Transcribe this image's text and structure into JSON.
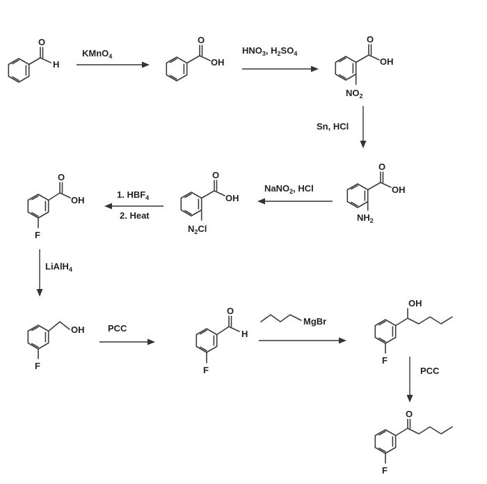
{
  "reagents": {
    "r1": "KMnO4",
    "r2": "HNO3, H2SO4",
    "r3": "Sn, HCl",
    "r4": "NaNO2, HCl",
    "r5a": "1. HBF4",
    "r5b": "2. Heat",
    "r6": "LiAlH4",
    "r7": "PCC",
    "r8": "MgBr",
    "r9": "PCC"
  },
  "atoms": {
    "m1": {
      "o": "O",
      "h": "H"
    },
    "m2": {
      "o": "O",
      "oh": "OH"
    },
    "m3": {
      "o": "O",
      "oh": "OH",
      "sub": "NO2"
    },
    "m4": {
      "o": "O",
      "oh": "OH",
      "sub": "NH2"
    },
    "m5": {
      "o": "O",
      "oh": "OH",
      "sub": "N2Cl"
    },
    "m6": {
      "o": "O",
      "oh": "OH",
      "sub": "F"
    },
    "m7": {
      "oh": "OH",
      "sub": "F"
    },
    "m8": {
      "o": "O",
      "h": "H",
      "sub": "F"
    },
    "m9": {
      "oh": "OH",
      "sub": "F"
    },
    "m10": {
      "o": "O",
      "sub": "F"
    }
  }
}
